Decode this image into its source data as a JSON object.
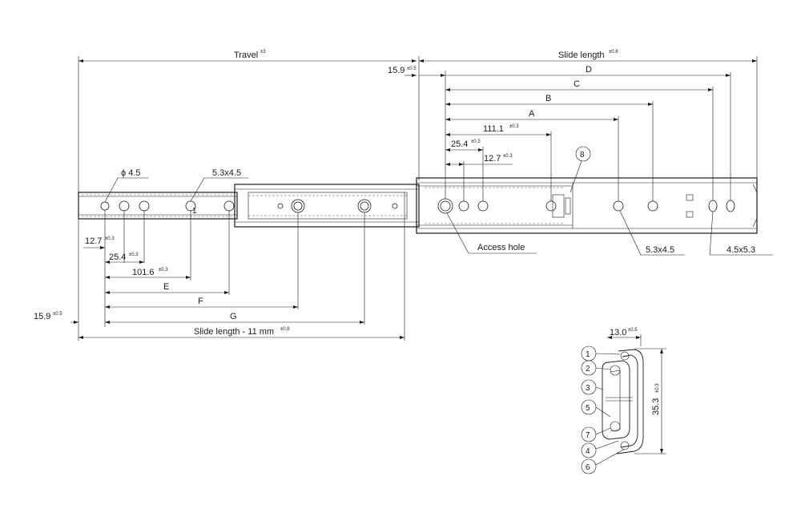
{
  "dimensions": {
    "travel": {
      "label": "Travel",
      "tol": "±3"
    },
    "slide_length": {
      "label": "Slide length",
      "tol": "±0.8"
    },
    "front_offset_top": {
      "label": "15.9",
      "tol": "±0.5"
    },
    "D": {
      "label": "D"
    },
    "C": {
      "label": "C"
    },
    "B": {
      "label": "B"
    },
    "A": {
      "label": "A"
    },
    "d_111_1": {
      "label": "111.1",
      "tol": "±0.3"
    },
    "d_25_4_top": {
      "label": "25.4",
      "tol": "±0.3"
    },
    "d_12_7_top": {
      "label": "12.7",
      "tol": "±0.3"
    },
    "d_12_7_bottom": {
      "label": "12.7",
      "tol": "±0.3"
    },
    "d_25_4_bottom": {
      "label": "25.4",
      "tol": "±0.3"
    },
    "d_101_6": {
      "label": "101.6",
      "tol": "±0.3"
    },
    "E": {
      "label": "E"
    },
    "F": {
      "label": "F"
    },
    "G": {
      "label": "G"
    },
    "rear_offset": {
      "label": "15.9",
      "tol": "±0.5"
    },
    "slide_length_minus": {
      "label": "Slide length - 11 mm",
      "tol": "±0.8"
    },
    "width": {
      "label": "13.0",
      "tol": "±0.5"
    },
    "height": {
      "label": "35.3",
      "tol": "±0.3"
    }
  },
  "callouts": {
    "phi_hole": "ϕ 4.5",
    "slot_left": "5.3x4.5",
    "marker_1": "1",
    "access_hole": "Access hole",
    "slot_right": "5.3x4.5",
    "slot_far_right": "4.5x5.3"
  },
  "parts": [
    "1",
    "2",
    "3",
    "5",
    "7",
    "4",
    "6"
  ],
  "part_8": "8"
}
